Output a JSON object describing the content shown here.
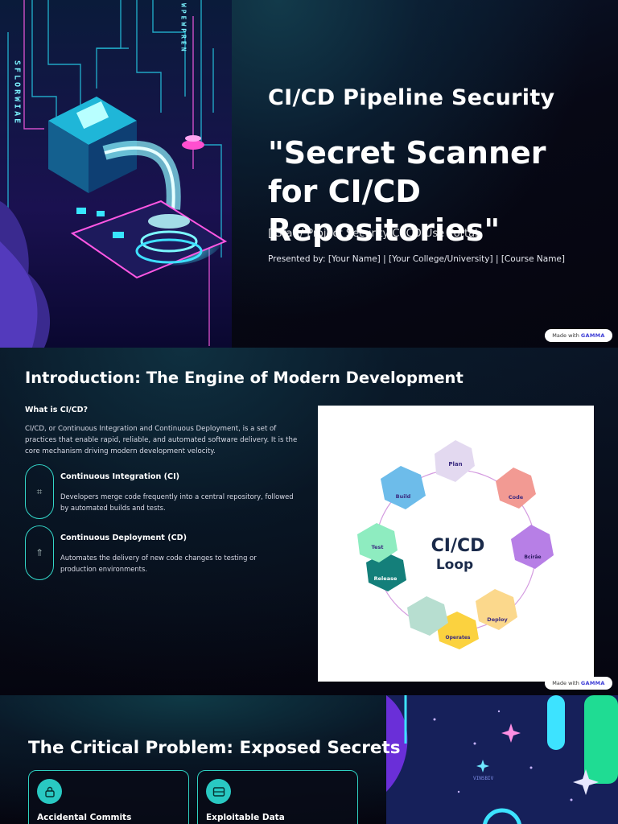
{
  "slide1": {
    "subtitle": "CI/CD Pipeline Security",
    "title": "\"Secret Scanner for CI/CD Repositories\"",
    "overlapped_text": "[  Stat / Project Security CI/CD  Use Portal",
    "presenter": "Presented by: [Your Name] | [Your College/University] | [Course Name]",
    "art_text_left": "SFLORWIAE",
    "art_text_right": "WPEWPREN",
    "badge": {
      "prefix": "Made with",
      "brand": "GAMMA"
    }
  },
  "slide2": {
    "title": "Introduction: The Engine of Modern Development",
    "question": "What is CI/CD?",
    "paragraph": "CI/CD, or Continuous Integration and Continuous Deployment, is a set of practices that enable rapid, reliable, and automated software delivery. It is the core mechanism driving modern development velocity.",
    "features": [
      {
        "title": "Continuous Integration (CI)",
        "desc": "Developers merge code frequently into a central repository, followed by automated builds and tests.",
        "icon": "integration-icon"
      },
      {
        "title": "Continuous Deployment (CD)",
        "desc": "Automates the delivery of new code changes to testing or production environments.",
        "icon": "rocket-icon"
      }
    ],
    "loop": {
      "center_line1": "CI/CD",
      "center_line2": "Loop",
      "stages": [
        "Plan",
        "Code",
        "Bcirâe",
        "Deploy",
        "Operates",
        "Release",
        "Test",
        "Build"
      ]
    },
    "badge": {
      "prefix": "Made with",
      "brand": "GAMMA"
    }
  },
  "slide3": {
    "title": "The Critical Problem: Exposed Secrets",
    "cards": [
      {
        "title": "Accidental Commits",
        "icon": "lock-icon"
      },
      {
        "title": "Exploitable Data",
        "icon": "database-icon"
      }
    ],
    "art_text": "VINSBIV"
  },
  "colors": {
    "accent": "#33d6c8",
    "background": "#05050f",
    "badge_brand": "#3c3cd6"
  }
}
